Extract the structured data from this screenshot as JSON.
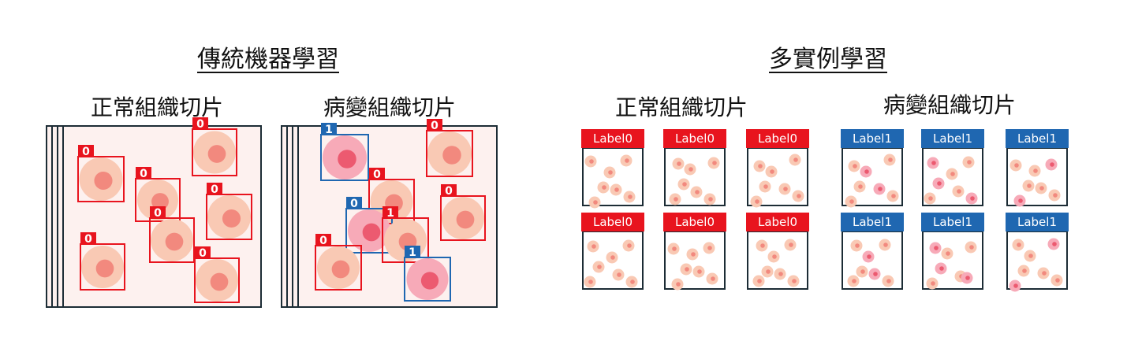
{
  "traditional": {
    "title": "傳統機器學習",
    "normal_caption": "正常組織切片",
    "lesion_caption": "病變組織切片",
    "normal_patch_labels": [
      "0",
      "0",
      "0",
      "0",
      "0",
      "0",
      "0"
    ],
    "lesion_patch_labels": [
      "1",
      "0",
      "0",
      "0",
      "0",
      "1",
      "0",
      "1"
    ]
  },
  "mil": {
    "title": "多實例學習",
    "normal_caption": "正常組織切片",
    "lesion_caption": "病變組織切片",
    "normal_bag_labels": [
      "Label0",
      "Label0",
      "Label0",
      "Label0",
      "Label0",
      "Label0"
    ],
    "lesion_bag_labels": [
      "Label1",
      "Label1",
      "Label1",
      "Label1",
      "Label1",
      "Label1"
    ]
  },
  "colors": {
    "label0": "#e8141e",
    "label1": "#1f67b1",
    "tissue_bg": "#fdf1ef",
    "cell_outer": "#f9c9b4",
    "cell_inner": "#f2897e",
    "lesion_outer": "#f7aab8",
    "lesion_inner": "#ec5a70",
    "frame": "#1c2c35"
  }
}
